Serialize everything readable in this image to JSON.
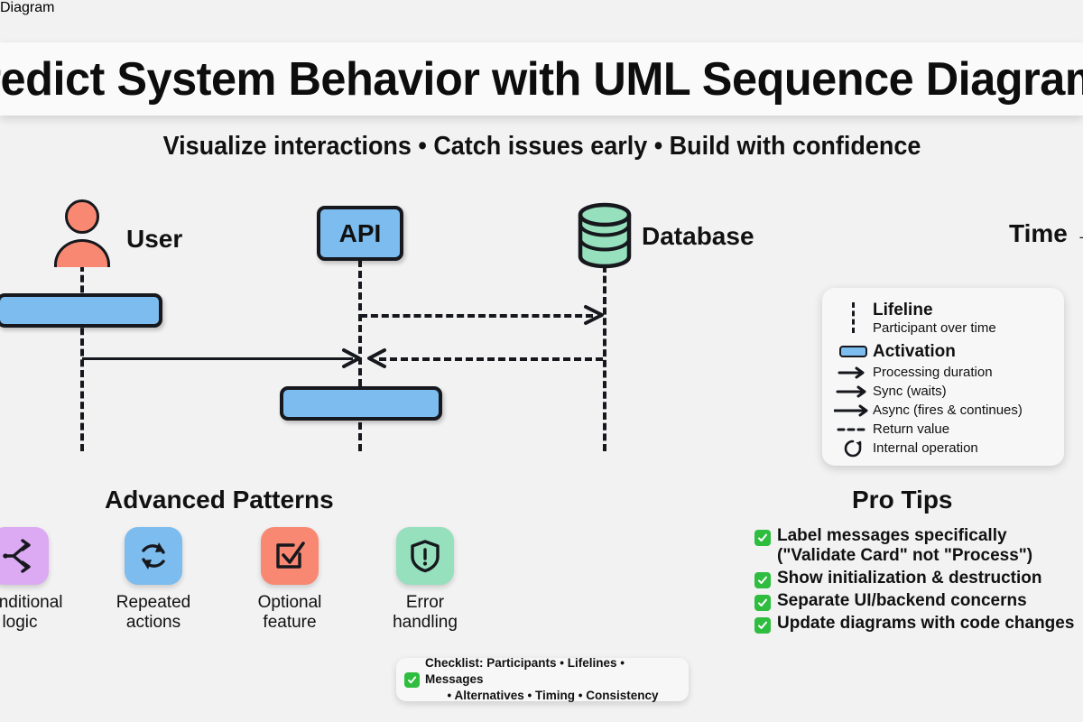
{
  "header": {
    "title": "Predict System Behavior with UML Sequence Diagrams",
    "subtitle": "Visualize interactions • Catch issues early • Build with confidence"
  },
  "diagram": {
    "time_axis_label": "Time →",
    "participants": [
      {
        "name": "User",
        "icon": "actor-icon",
        "color": "#f98872"
      },
      {
        "name": "API",
        "icon": "box-icon",
        "color": "#7cbcef"
      },
      {
        "name": "Database",
        "icon": "database-cylinder-icon",
        "color": "#96e0bd"
      }
    ]
  },
  "legend": {
    "rows": [
      {
        "label": "Lifeline",
        "icon": "dashed-line-icon",
        "emphasis": "big"
      },
      {
        "label": "Participant over time",
        "icon": "none",
        "emphasis": "sub"
      },
      {
        "label": "Activation",
        "icon": "activation-swatch-icon",
        "emphasis": "big"
      },
      {
        "label": "Processing duration",
        "icon": "arrow-short-icon",
        "emphasis": "normal"
      },
      {
        "label": "Sync (waits)",
        "icon": "arrow-medium-icon",
        "emphasis": "normal"
      },
      {
        "label": "Async (fires & continues)",
        "icon": "arrow-long-icon",
        "emphasis": "normal"
      },
      {
        "label": "Return value",
        "icon": "dashed-arrow-icon",
        "emphasis": "normal"
      },
      {
        "label": "Internal operation",
        "icon": "circular-arrow-icon",
        "emphasis": "normal"
      }
    ]
  },
  "advanced_patterns": {
    "heading": "Advanced Patterns",
    "items": [
      {
        "label": "Conditional\nlogic",
        "icon": "branch-split-icon",
        "color": "#dcaaf2"
      },
      {
        "label": "Repeated\nactions",
        "icon": "loop-refresh-icon",
        "color": "#7cbcef"
      },
      {
        "label": "Optional\nfeature",
        "icon": "checkbox-checked-icon",
        "color": "#f98872"
      },
      {
        "label": "Error\nhandling",
        "icon": "shield-alert-icon",
        "color": "#96e0bd"
      }
    ]
  },
  "pro_tips": {
    "heading": "Pro Tips",
    "check_color": "#2fbd3f",
    "items": [
      "Label messages specifically\n(\"Validate Card\" not \"Process\")",
      "Show initialization & destruction",
      "Separate UI/backend concerns",
      "Update diagrams with code changes"
    ]
  },
  "checklist": {
    "line1": "Checklist: Participants • Lifelines • Messages",
    "line2": "• Alternatives • Timing • Consistency"
  }
}
